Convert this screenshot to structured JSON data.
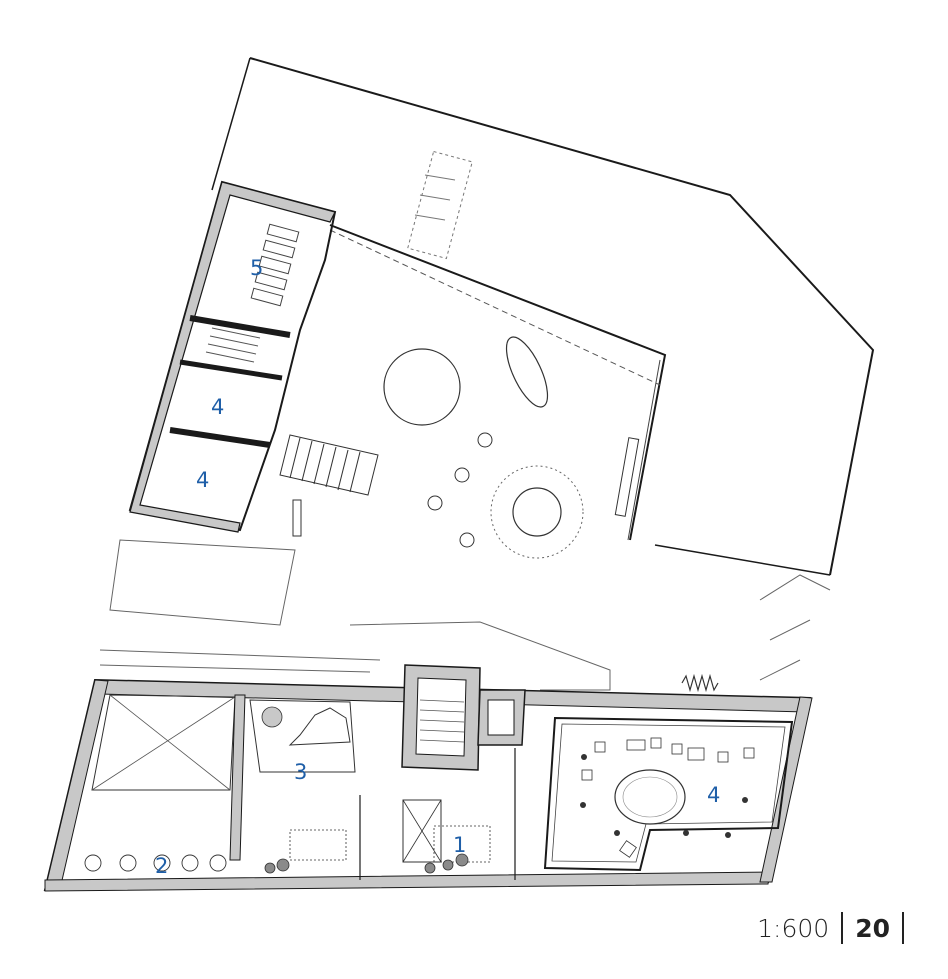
{
  "plan": {
    "room_labels": [
      {
        "id": "label-5",
        "text": "5"
      },
      {
        "id": "label-4a",
        "text": "4"
      },
      {
        "id": "label-4b",
        "text": "4"
      },
      {
        "id": "label-3",
        "text": "3"
      },
      {
        "id": "label-1",
        "text": "1"
      },
      {
        "id": "label-2",
        "text": "2"
      },
      {
        "id": "label-4c",
        "text": "4"
      }
    ]
  },
  "footer": {
    "scale": "1:600",
    "page_number": "20"
  },
  "colors": {
    "wall_fill": "#c8c8c8",
    "line": "#1a1a1a",
    "label": "#1f5fa8"
  }
}
